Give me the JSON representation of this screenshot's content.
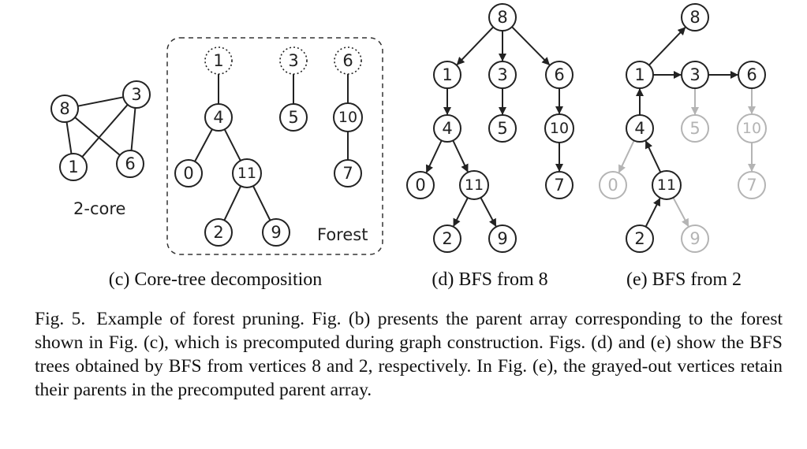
{
  "figure": {
    "panel_c": {
      "label": "2-core",
      "forest_label": "Forest",
      "subcaption": "(c) Core-tree decomposition",
      "core_nodes": [
        "8",
        "3",
        "1",
        "6"
      ],
      "forest_nodes": [
        "1",
        "3",
        "6",
        "4",
        "5",
        "10",
        "0",
        "11",
        "7",
        "2",
        "9"
      ]
    },
    "panel_d": {
      "subcaption": "(d) BFS from 8",
      "nodes": [
        "8",
        "1",
        "3",
        "6",
        "4",
        "5",
        "10",
        "0",
        "11",
        "7",
        "2",
        "9"
      ]
    },
    "panel_e": {
      "subcaption": "(e) BFS from 2",
      "nodes": [
        "8",
        "1",
        "3",
        "6",
        "4",
        "5",
        "10",
        "0",
        "11",
        "7",
        "2",
        "9"
      ]
    }
  },
  "caption": {
    "fig_num": "Fig. 5.",
    "text": "Example of forest pruning. Fig. (b) presents the parent array corresponding to the forest shown in Fig. (c), which is precomputed during graph construction. Figs. (d) and (e) show the BFS trees obtained by BFS from vertices 8 and 2, respectively. In Fig. (e), the grayed-out vertices retain their parents in the precomputed parent array."
  },
  "colors": {
    "ink": "#222222",
    "gray": "#b4b4b4"
  }
}
